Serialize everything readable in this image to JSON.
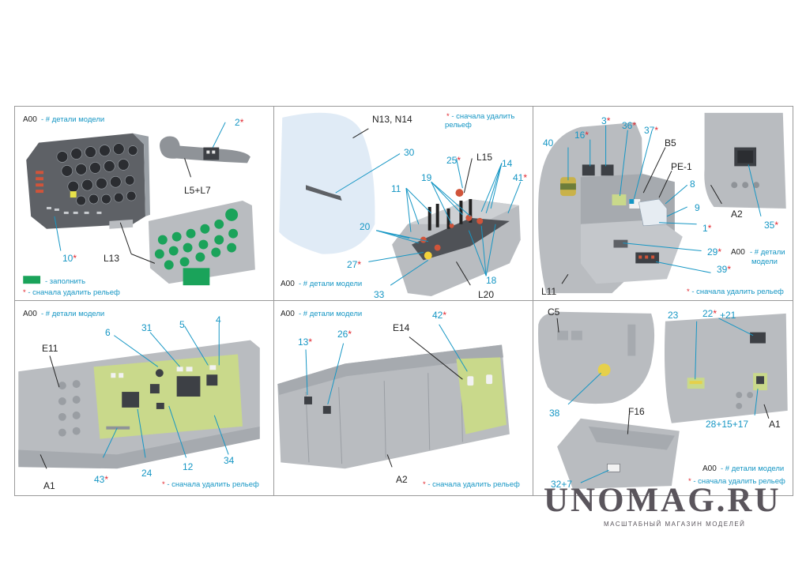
{
  "legend": {
    "model_parts": "A00",
    "model_parts_note": "- # детали модели",
    "remove_relief": "- сначала удалить рельеф",
    "fill": "- заполнить"
  },
  "panel1": {
    "labels": [
      "L5+L7",
      "L13"
    ],
    "callouts": [
      "2",
      "10"
    ]
  },
  "panel2": {
    "labels": [
      "N13, N14",
      "L15",
      "L20"
    ],
    "relief_note_line1": "- сначала удалить",
    "relief_note_line2": "рельеф",
    "callouts": [
      "30",
      "25",
      "14",
      "41",
      "19",
      "11",
      "20",
      "27",
      "33",
      "18"
    ]
  },
  "panel3": {
    "labels": [
      "B5",
      "PE-1",
      "A2",
      "L11"
    ],
    "model_line1": "A00",
    "model_line2": "- # детали",
    "model_line3": "модели",
    "callouts": [
      "40",
      "16",
      "3",
      "36",
      "37",
      "8",
      "9",
      "1",
      "29",
      "39",
      "35"
    ]
  },
  "panel4": {
    "labels": [
      "E11",
      "A1"
    ],
    "callouts": [
      "6",
      "31",
      "5",
      "4",
      "43",
      "24",
      "12",
      "34"
    ]
  },
  "panel5": {
    "labels": [
      "E14",
      "A2"
    ],
    "callouts": [
      "13",
      "26",
      "42"
    ]
  },
  "panel6": {
    "labels": [
      "C5",
      "F16",
      "A1"
    ],
    "callouts": [
      "23",
      "22",
      "+21",
      "38",
      "28+15+17",
      "32+7"
    ]
  },
  "brand": {
    "name": "UNOMAG.RU",
    "tagline": "МАСШТАБНЫЙ МАГАЗИН МОДЕЛЕЙ"
  },
  "colors": {
    "callout": "#1596c4",
    "star": "#e2262e",
    "fill": "#1aa35a",
    "plastic": "#b9bcc0",
    "pe_panel": "#c9d98b"
  }
}
